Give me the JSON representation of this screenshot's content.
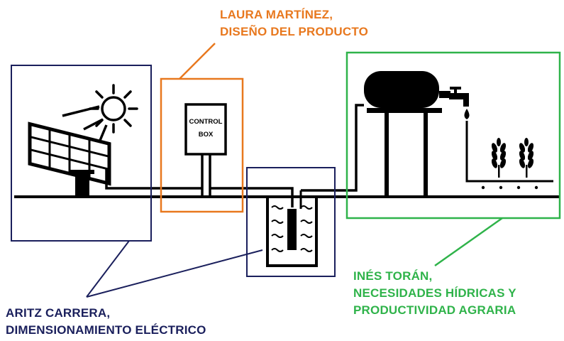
{
  "colors": {
    "orange": "#e8781e",
    "navy": "#1a1f5c",
    "green": "#2fb34a",
    "black": "#000000"
  },
  "labels": {
    "orange": {
      "line1": "LAURA MARTÍNEZ,",
      "line2": "DISEÑO DEL PRODUCTO"
    },
    "navy": {
      "line1": "ARITZ CARRERA,",
      "line2": "DIMENSIONAMIENTO ELÉCTRICO"
    },
    "green": {
      "line1": "INÉS TORÁN,",
      "line2": "NECESIDADES HÍDRICAS Y",
      "line3": "PRODUCTIVIDAD AGRARIA"
    }
  },
  "control_box": {
    "line1": "CONTROL",
    "line2": "BOX"
  },
  "icons": [
    "solar-panel-icon",
    "sun-icon",
    "control-box-icon",
    "well-pump-icon",
    "water-tank-icon",
    "faucet-icon",
    "water-drop-icon",
    "wheat-icon"
  ]
}
